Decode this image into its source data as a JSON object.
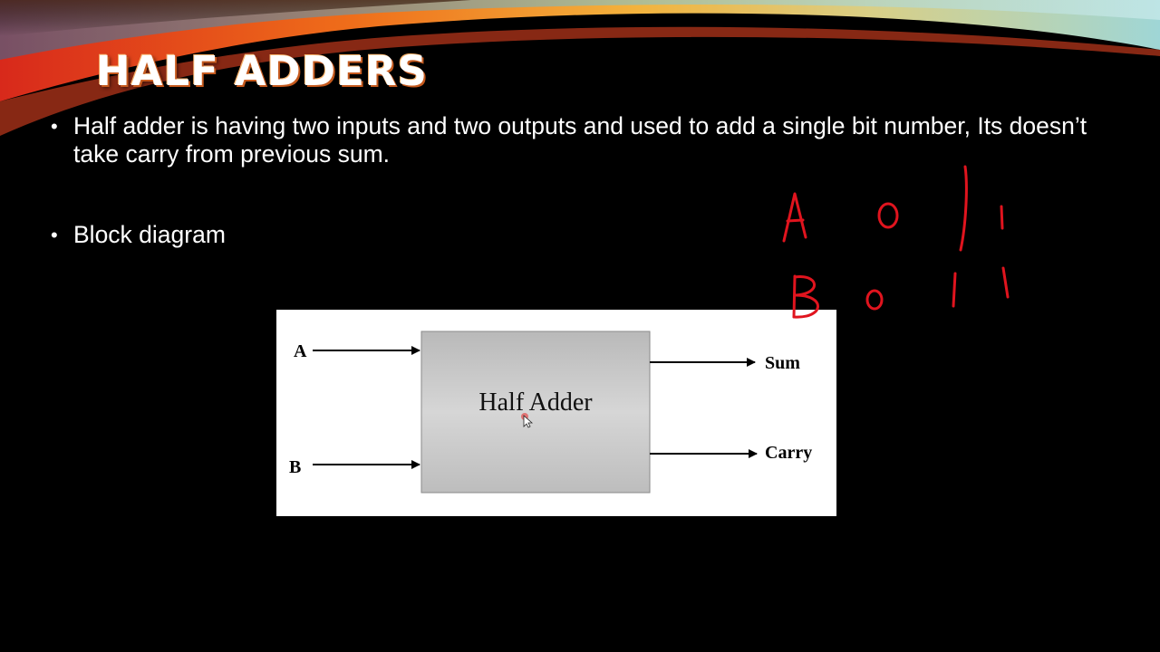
{
  "slide": {
    "title": "HALF ADDERS",
    "bullets": [
      "Half adder is having two inputs and two outputs and used to add a single bit number, Its doesn’t take carry from previous sum.",
      "Block diagram"
    ],
    "bullet_glyph": "•"
  },
  "diagram": {
    "block_label": "Half Adder",
    "inputs": [
      "A",
      "B"
    ],
    "outputs": [
      "Sum",
      "Carry"
    ]
  },
  "annotation": {
    "row_a": [
      "A",
      "0",
      "1"
    ],
    "row_b": [
      "B",
      "0",
      "1",
      "1"
    ],
    "ink_color": "#e0141e"
  },
  "colors": {
    "background": "#000000",
    "text": "#ffffff",
    "block_fill": "#c8c8c8",
    "block_border": "#8a8a8a"
  }
}
